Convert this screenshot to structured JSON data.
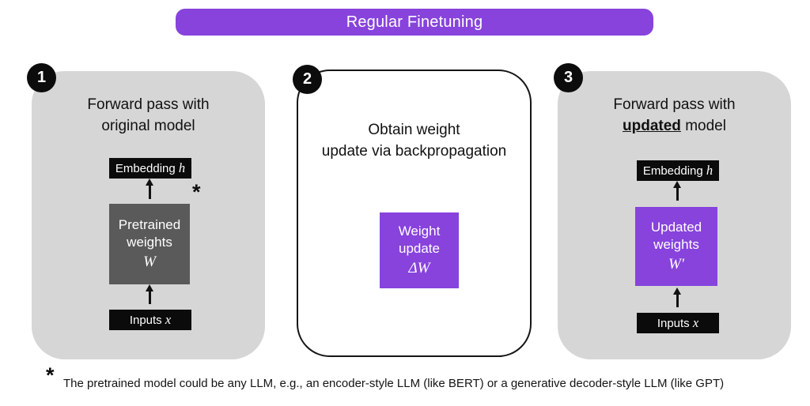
{
  "banner": {
    "label": "Regular Finetuning"
  },
  "colors": {
    "accent_purple": "#8743DC",
    "panel_gray": "#D6D6D6",
    "weights_dark_gray": "#5A5A5A",
    "node_black": "#0B0B0B"
  },
  "panels": [
    {
      "number": "1",
      "heading_line1": "Forward pass with",
      "heading_line2": "original model",
      "embedding_label": "Embedding ",
      "embedding_var": "h",
      "weights_line1": "Pretrained",
      "weights_line2": "weights",
      "weights_var": "W",
      "asterisk": "*",
      "inputs_label": "Inputs ",
      "inputs_var": "x"
    },
    {
      "number": "2",
      "heading_line1": "Obtain weight",
      "heading_line2": "update via backpropagation",
      "box_line1": "Weight",
      "box_line2": "update",
      "box_var": "ΔW"
    },
    {
      "number": "3",
      "heading_line1": "Forward pass with",
      "heading_line2_bold": "updated",
      "heading_line2_rest": " model",
      "embedding_label": "Embedding ",
      "embedding_var": "h",
      "weights_line1": "Updated",
      "weights_line2": "weights",
      "weights_var": "W′",
      "inputs_label": "Inputs ",
      "inputs_var": "x"
    }
  ],
  "footnote": {
    "marker": "*",
    "text": "The pretrained model could be any LLM, e.g., an encoder-style LLM (like BERT) or a generative decoder-style LLM (like GPT)"
  }
}
